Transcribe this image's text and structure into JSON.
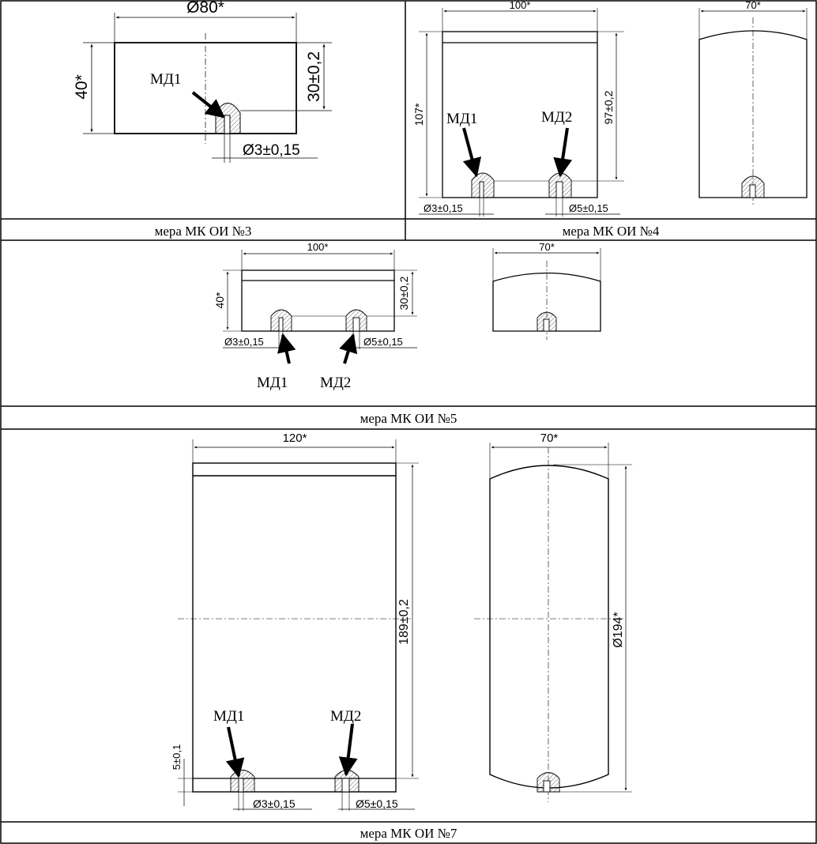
{
  "panels": {
    "p3": {
      "caption": "мера МК ОИ №3",
      "dim_width": "Ø80*",
      "dim_height": "40*",
      "dim_depth": "30±0,2",
      "dim_hole": "Ø3±0,15",
      "label_md1": "МД1"
    },
    "p4": {
      "caption": "мера МК ОИ №4",
      "dim_width": "100*",
      "dim_side_width": "70*",
      "dim_height": "107*",
      "dim_depth": "97±0,2",
      "dim_hole1": "Ø3±0,15",
      "dim_hole2": "Ø5±0,15",
      "label_md1": "МД1",
      "label_md2": "МД2"
    },
    "p5": {
      "caption": "мера МК ОИ №5",
      "dim_width": "100*",
      "dim_side_width": "70*",
      "dim_height": "40*",
      "dim_depth": "30±0,2",
      "dim_hole1": "Ø3±0,15",
      "dim_hole2": "Ø5±0,15",
      "label_md1": "МД1",
      "label_md2": "МД2"
    },
    "p7": {
      "caption": "мера МК ОИ №7",
      "dim_width": "120*",
      "dim_side_width": "70*",
      "dim_depth": "189±0,2",
      "dim_diameter": "Ø194*",
      "dim_base": "5±0,1",
      "dim_hole1": "Ø3±0,15",
      "dim_hole2": "Ø5±0,15",
      "label_md1": "МД1",
      "label_md2": "МД2"
    }
  }
}
